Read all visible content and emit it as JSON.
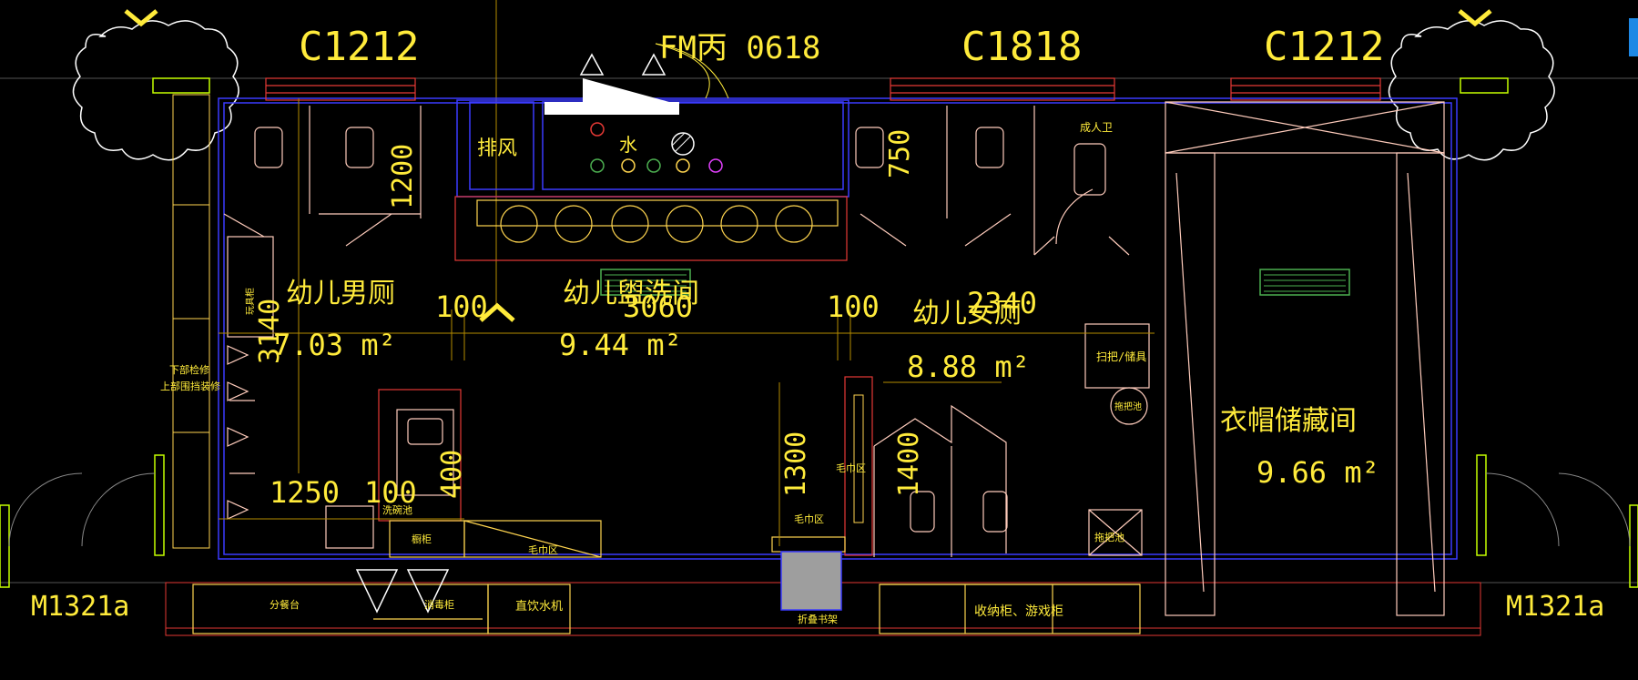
{
  "drawing": {
    "windows": {
      "left": "C1212",
      "center": "C1818",
      "right": "C1212"
    },
    "fire_door": "FM丙 0618",
    "doors": {
      "left": "M1321a",
      "right": "M1321a"
    },
    "rooms": {
      "boys_toilet": {
        "name": "幼儿男厕",
        "area": "7.03 m²"
      },
      "washroom": {
        "name": "幼儿盥洗间",
        "area": "9.44 m²"
      },
      "girls_toilet": {
        "name": "幼儿女厕",
        "area": "8.88 m²"
      },
      "storage": {
        "name": "衣帽储藏间",
        "area": "9.66 m²"
      }
    },
    "dimensions": {
      "d1200": "1200",
      "d3140": "3140",
      "d100a": "100",
      "d3060": "3060",
      "d100b": "100",
      "d2340": "2340",
      "d750": "750",
      "d1250": "1250",
      "d100c": "100",
      "d400": "400",
      "d1300": "1300",
      "d1400": "1400"
    },
    "labels": {
      "exhaust": "排风",
      "water": "水",
      "adult_toilet": "成人卫",
      "broom": "扫把/储具",
      "washbasin": "洗碗池",
      "cupboard": "橱柜",
      "towel1": "毛巾区",
      "towel2": "毛巾区",
      "towel3": "毛巾区",
      "serving": "分餐台",
      "disinfect": "消毒柜",
      "water_dispenser": "直饮水机",
      "shoe": "折叠书架",
      "toy": "玩具柜",
      "mop": "拖把池",
      "locker": "收纳柜、游戏柜",
      "under_counter": "下部检修",
      "under_counter2": "上部围挡装修"
    }
  }
}
